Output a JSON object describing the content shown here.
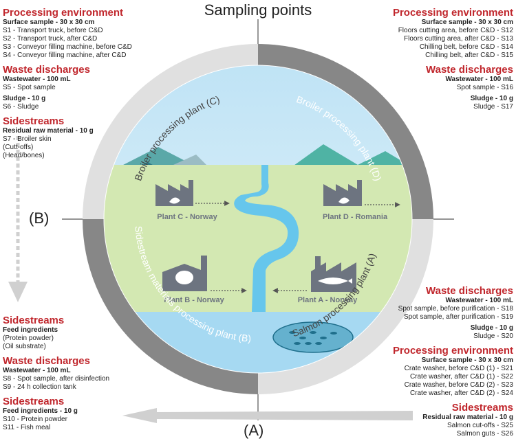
{
  "title": "Sampling points",
  "arrows": {
    "a": "(A)",
    "b": "(B)"
  },
  "ring": {
    "c": "Broiler processing plant (C)",
    "d": "Broiler processing plant (D)",
    "a": "Salmon processing plant (A)",
    "b": "Sidestream materials processing plant (B)"
  },
  "plants": {
    "c": "Plant C - Norway",
    "d": "Plant D - Romania",
    "b": "Plant B - Norway",
    "a": "Plant A - Norway"
  },
  "left_top": {
    "pe_heading": "Processing environment",
    "pe_sub": "Surface sample - 30 x 30 cm",
    "pe_items": [
      "S1 - Transport truck, before C&D",
      "S2 - Transport truck, after C&D",
      "S3 - Conveyor filling machine, before C&D",
      "S4 - Conveyor filling machine, after C&D"
    ],
    "wd_heading": "Waste discharges",
    "wd_sub1": "Wastewater - 100 mL",
    "wd_item1": "S5 - Spot sample",
    "wd_sub2": "Sludge - 10 g",
    "wd_item2": "S6 - Sludge",
    "ss_heading": "Sidestreams",
    "ss_sub": "Residual raw material - 10 g",
    "ss_items": [
      "S7 - Broiler skin",
      "(Cutt-offs)",
      "(Head/bones)"
    ]
  },
  "left_bottom": {
    "ss1_heading": "Sidestreams",
    "ss1_sub": "Feed ingredients",
    "ss1_items": [
      "(Protein powder)",
      "(Oil substrate)"
    ],
    "wd_heading": "Waste discharges",
    "wd_sub": "Wastewater - 100 mL",
    "wd_items": [
      "S8 - Spot sample, after disinfection",
      "S9 - 24 h collection tank"
    ],
    "ss2_heading": "Sidestreams",
    "ss2_sub": "Feed ingredients - 10 g",
    "ss2_items": [
      "S10 - Protein powder",
      "S11 - Fish meal"
    ]
  },
  "right_top": {
    "pe_heading": "Processing environment",
    "pe_sub": "Surface sample - 30 x 30 cm",
    "pe_items": [
      "Floors cutting area, before C&D - S12",
      "Floors cutting area, after C&D - S13",
      "Chilling belt, before C&D - S14",
      "Chilling belt, after C&D - S15"
    ],
    "wd_heading": "Waste discharges",
    "wd_sub1": "Wastewater - 100 mL",
    "wd_item1": "Spot sample - S16",
    "wd_sub2": "Sludge - 10 g",
    "wd_item2": "Sludge - S17"
  },
  "right_bottom": {
    "wd_heading": "Waste discharges",
    "wd_sub1": "Wastewater - 100 mL",
    "wd_items": [
      "Spot sample, before purification - S18",
      "Spot sample, after purification - S19"
    ],
    "wd_sub2": "Sludge - 10 g",
    "wd_item2": "Sludge - S20",
    "pe_heading": "Processing environment",
    "pe_sub": "Surface sample - 30 x 30 cm",
    "pe_items": [
      "Crate washer, before C&D (1) - S21",
      "Crate washer, after C&D (1) - S22",
      "Crate washer, before C&D (2) - S23",
      "Crate washer, after C&D (2) - S24"
    ],
    "ss_heading": "Sidestreams",
    "ss_sub": "Residual raw material - 10 g",
    "ss_items": [
      "Salmon cut-offs - S25",
      "Salmon guts - S26"
    ]
  }
}
